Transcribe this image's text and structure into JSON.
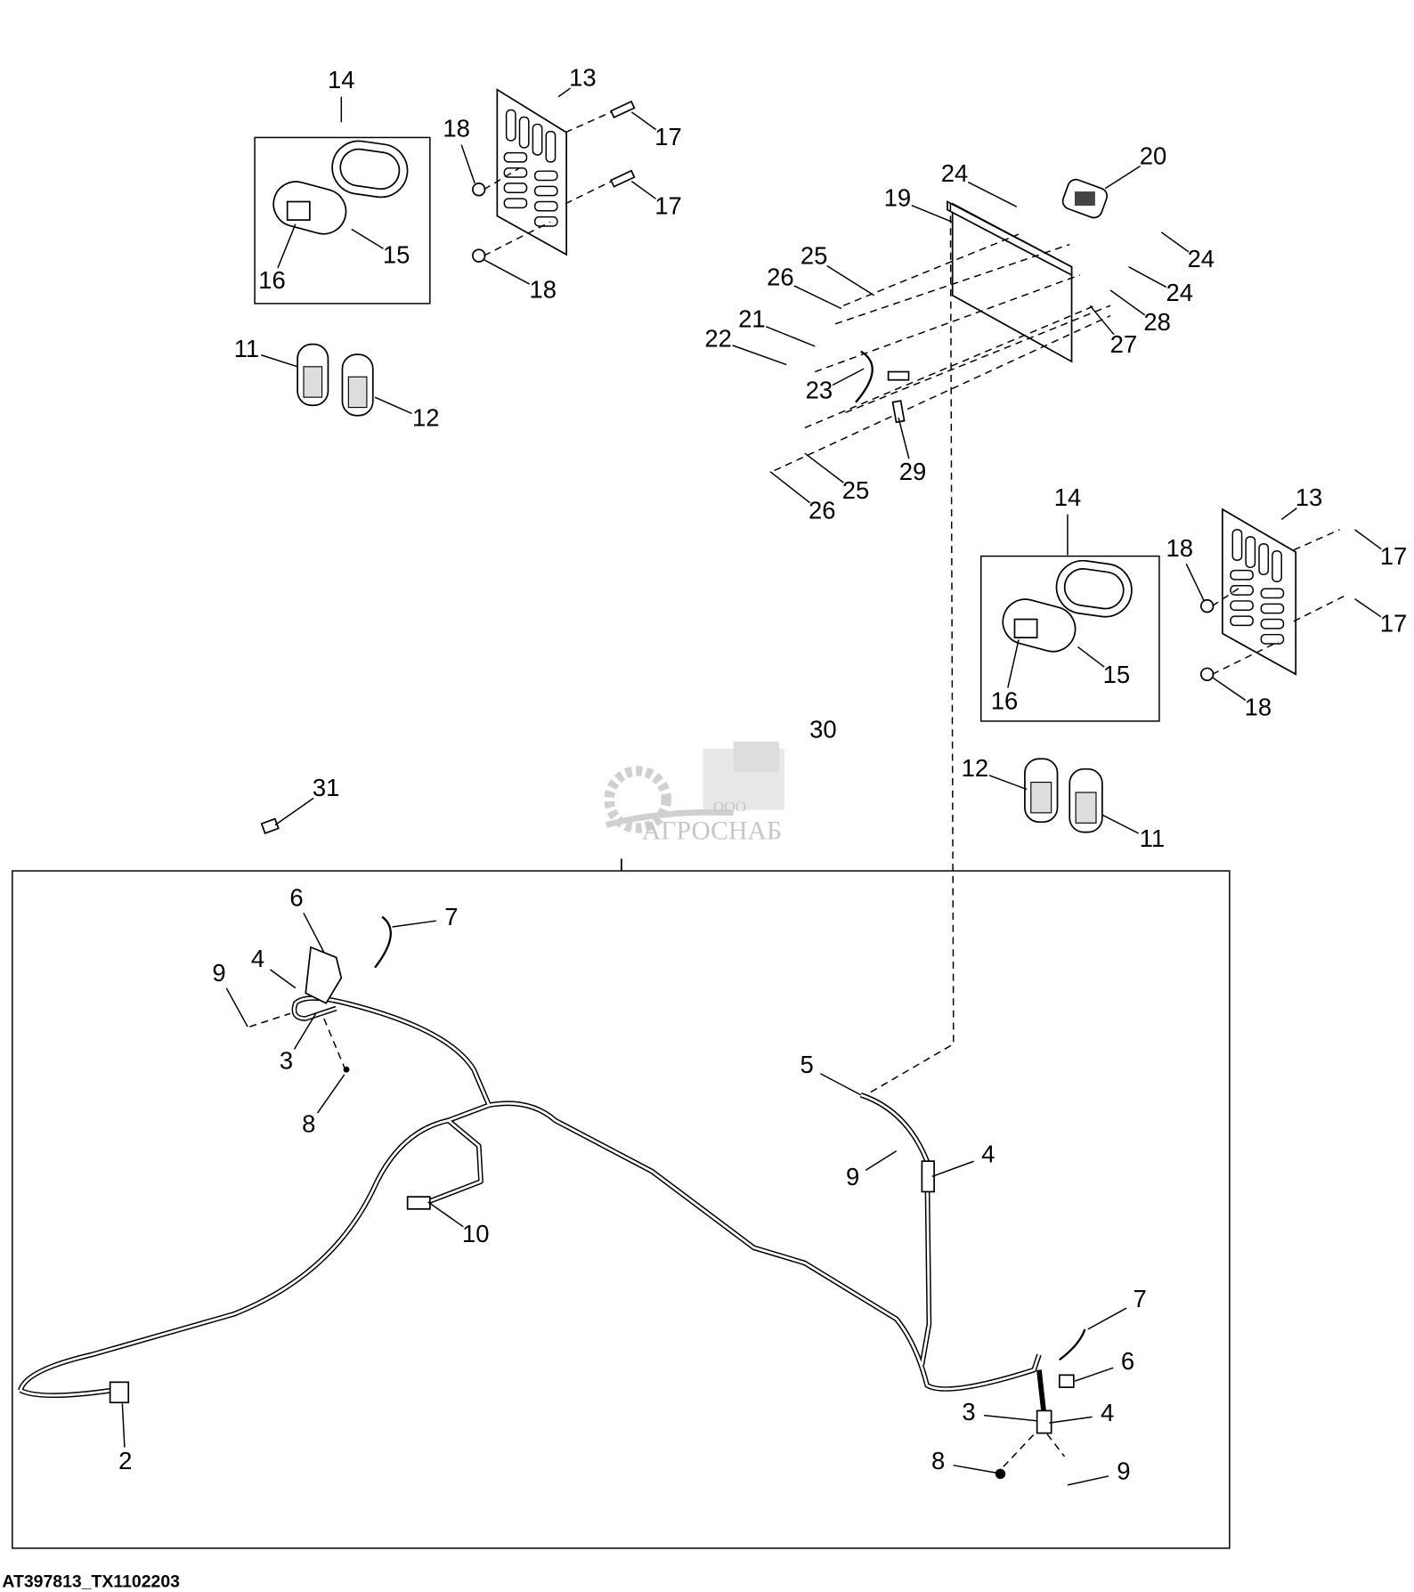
{
  "figure_id": "AT397813_TX1102203",
  "watermark": {
    "prefix": "ООО",
    "name": "АГРОСНАБ"
  },
  "callouts": [
    "14",
    "13",
    "18",
    "17",
    "17",
    "15",
    "16",
    "18",
    "11",
    "12",
    "24",
    "20",
    "19",
    "25",
    "26",
    "24",
    "24",
    "28",
    "27",
    "21",
    "22",
    "23",
    "29",
    "25",
    "26",
    "14",
    "13",
    "18",
    "17",
    "17",
    "15",
    "16",
    "18",
    "30",
    "12",
    "11",
    "31",
    "6",
    "7",
    "4",
    "9",
    "3",
    "8",
    "5",
    "4",
    "9",
    "10",
    "7",
    "6",
    "3",
    "4",
    "8",
    "9",
    "2"
  ]
}
